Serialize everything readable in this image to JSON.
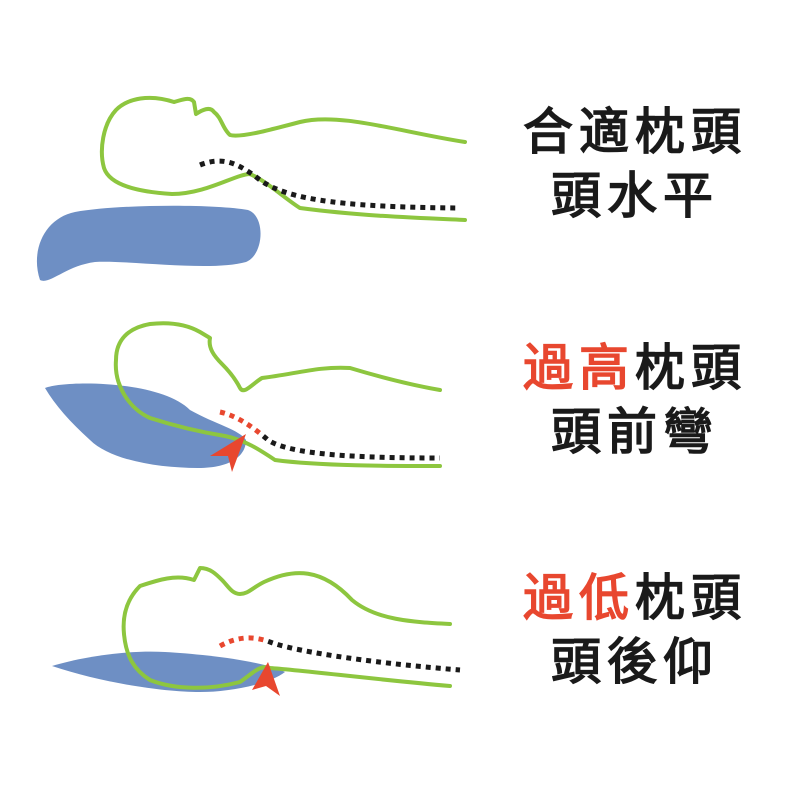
{
  "colors": {
    "outline": "#8dc63f",
    "pillow": "#6e8fc4",
    "spine_ok": "#1a1a1a",
    "spine_bad": "#e8472f",
    "arrow": "#e8472f",
    "text": "#1a1a1a",
    "highlight": "#e8472f"
  },
  "panels": [
    {
      "id": "proper",
      "title_highlight": "",
      "title_rest": "合適枕頭",
      "subtitle": "頭水平"
    },
    {
      "id": "too-high",
      "title_highlight": "過高",
      "title_rest": "枕頭",
      "subtitle": "頭前彎"
    },
    {
      "id": "too-low",
      "title_highlight": "過低",
      "title_rest": "枕頭",
      "subtitle": "頭後仰"
    }
  ]
}
